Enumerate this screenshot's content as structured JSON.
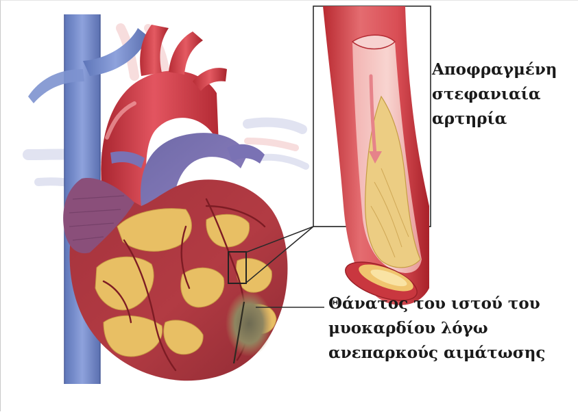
{
  "labels": {
    "blocked_artery": {
      "lines": [
        "Αποφραγμένη",
        "στεφανιαία",
        "αρτηρία"
      ]
    },
    "tissue_death": {
      "lines": [
        "Θάνατος του ιστού του",
        "μυοκαρδίου λόγω",
        "ανεπαρκούς αιμάτωσης"
      ]
    }
  },
  "colors": {
    "artery_red": "#c8333a",
    "vein_blue": "#6f85c4",
    "fat_yellow": "#e7bd62",
    "plaque": "#efd08a",
    "outline": "#2a2a2a"
  }
}
